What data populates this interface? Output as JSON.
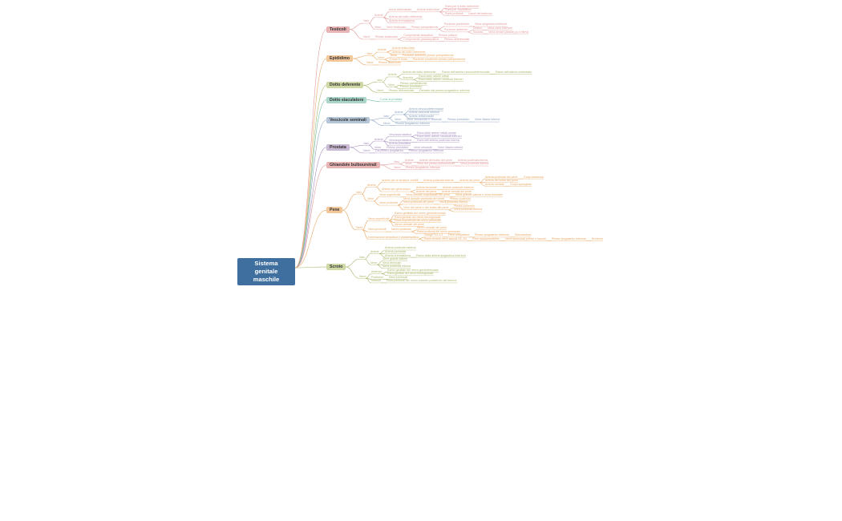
{
  "root": {
    "label": "Sistema genitale maschile"
  },
  "colors": {
    "root_bg": "#3f6f9f",
    "sections": [
      "#e8b4b4",
      "#f2c79a",
      "#cfd9a6",
      "#a9d6c9",
      "#b6c6d9",
      "#c9b9d3",
      "#e8b4b4",
      "#f2c79a",
      "#cfd9a6"
    ],
    "lines": [
      "#e39a9a",
      "#e9a864",
      "#a8b86b",
      "#6fbfa8",
      "#8aa0c0",
      "#a88fbf",
      "#e39a9a",
      "#e9a864",
      "#a8b86b"
    ]
  },
  "sections": [
    {
      "label": "Testicoli",
      "children": [
        {
          "label": "Vasi",
          "children": [
            {
              "label": "Arterie",
              "children": [
                {
                  "label": "Aorta addominale",
                  "children": [
                    {
                      "label": "Arteria testicolare",
                      "children": [
                        {
                          "label": "Rami per il dotto deferente"
                        },
                        {
                          "label": "Rami per l'epididimo"
                        },
                        {
                          "label": "Rami profondi",
                          "children": [
                            {
                              "label": "Lobuli del testicolo"
                            }
                          ]
                        }
                      ]
                    }
                  ]
                },
                {
                  "label": "Arteria del dotto deferente"
                },
                {
                  "label": "Arteria cremasterica"
                }
              ]
            },
            {
              "label": "Vene",
              "children": [
                {
                  "label": "Vene testicolari",
                  "children": [
                    {
                      "label": "Plesso pampiniforme",
                      "children": [
                        {
                          "label": "Porzione posteriore",
                          "children": [
                            {
                              "label": "Vena epigastrica inferiore"
                            }
                          ]
                        },
                        {
                          "label": "Porzione anteriore",
                          "children": [
                            {
                              "label": "Destra",
                              "children": [
                                {
                                  "label": "Vena cava inferiore"
                                }
                              ]
                            },
                            {
                              "label": "Sinistra",
                              "children": [
                                {
                                  "label": "Vena renale (destra) (a 4 rilievi)"
                                }
                              ]
                            }
                          ]
                        }
                      ]
                    }
                  ]
                }
              ]
            }
          ]
        },
        {
          "label": "Nervi",
          "children": [
            {
              "label": "Plesso testicolare",
              "children": [
                {
                  "label": "Componente simpatica",
                  "children": [
                    {
                      "label": "Plesso celiaco"
                    }
                  ]
                },
                {
                  "label": "Componente parasimpatica",
                  "children": [
                    {
                      "label": "Plesso deferenziale"
                    }
                  ]
                }
              ]
            }
          ]
        }
      ]
    },
    {
      "label": "Epididimo",
      "children": [
        {
          "label": "Vasi",
          "children": [
            {
              "label": "Arterie",
              "children": [
                {
                  "label": "Arteria testicolare"
                },
                {
                  "label": "Arteria del dotto deferente"
                }
              ]
            },
            {
              "label": "Vene",
              "children": [
                {
                  "label": "Testa",
                  "children": [
                    {
                      "label": "Porzione anteriore plesso pampiniforme"
                    }
                  ]
                },
                {
                  "label": "Corpo e coda",
                  "children": [
                    {
                      "label": "Porzione posteriore plesso pampiniforme"
                    }
                  ]
                }
              ]
            }
          ]
        },
        {
          "label": "Nervi",
          "children": [
            {
              "label": "Plesso testicolare"
            }
          ]
        }
      ]
    },
    {
      "label": "Dotto deferente",
      "children": [
        {
          "label": "Vasi",
          "children": [
            {
              "label": "Arterie",
              "children": [
                {
                  "label": "Arteria del dotto deferente",
                  "children": [
                    {
                      "label": "Ramo dell'arteria vescicodeferenziale",
                      "children": [
                        {
                          "label": "Ramo dell'arteria ombelicale"
                        }
                      ]
                    }
                  ]
                },
                {
                  "label": "Ampolla",
                  "children": [
                    {
                      "label": "Rami delle arterie rettali"
                    },
                    {
                      "label": "Rami delle arterie vescicali inferiori"
                    }
                  ]
                }
              ]
            },
            {
              "label": "Vene",
              "children": [
                {
                  "label": "Plesso pampiniforme"
                },
                {
                  "label": "Plesso prostatico"
                }
              ]
            }
          ]
        },
        {
          "label": "Nervi",
          "children": [
            {
              "label": "Plesso deferenziale",
              "children": [
                {
                  "label": "Derivato dal plesso ipogastrico inferiore"
                }
              ]
            }
          ]
        }
      ]
    },
    {
      "label": "Dotto eiaculatore",
      "children": [
        {
          "label": "Come la prostata"
        }
      ]
    },
    {
      "label": "Vescicole seminali",
      "children": [
        {
          "label": "Vasi",
          "children": [
            {
              "label": "Arterie",
              "children": [
                {
                  "label": "Arteria vescicodeferenziale"
                },
                {
                  "label": "Arterie vescicali inferiori"
                },
                {
                  "label": "Arterie rettali medie"
                }
              ]
            },
            {
              "label": "Vene",
              "children": [
                {
                  "label": "Vene vescicolari e vescicali",
                  "children": [
                    {
                      "label": "Plesso prostatico",
                      "children": [
                        {
                          "label": "Vene iliache interne"
                        }
                      ]
                    }
                  ]
                }
              ]
            }
          ]
        },
        {
          "label": "Nervi",
          "children": [
            {
              "label": "Plesso ipogastrico inferiore"
            }
          ]
        }
      ]
    },
    {
      "label": "Prostata",
      "children": [
        {
          "label": "Vasi",
          "children": [
            {
              "label": "Arterie",
              "children": [
                {
                  "label": "Vescicoprostatica",
                  "children": [
                    {
                      "label": "Rami delle arterie rettali medie"
                    },
                    {
                      "label": "Rami delle arterie vescicali inferiori"
                    }
                  ]
                },
                {
                  "label": "Vescicoprostatica",
                  "children": [
                    {
                      "label": "Rami dell'arteria pudenda interna"
                    }
                  ]
                },
                {
                  "label": "Arteria prostatica"
                }
              ]
            },
            {
              "label": "Vene",
              "children": [
                {
                  "label": "Plesso prostatico",
                  "children": [
                    {
                      "label": "Vene vescicali",
                      "children": [
                        {
                          "label": "Vene iliache interne"
                        }
                      ]
                    }
                  ]
                }
              ]
            }
          ]
        },
        {
          "label": "Nervi",
          "children": [
            {
              "label": "Dal plesso ipogastrico",
              "children": [
                {
                  "label": "Plesso ipogastrico inferiore"
                }
              ]
            }
          ]
        }
      ]
    },
    {
      "label": "Ghiandole bulbouretrali",
      "children": [
        {
          "label": "Vasi",
          "children": [
            {
              "label": "Arterie",
              "children": [
                {
                  "label": "Arterie del bulbo del pene",
                  "children": [
                    {
                      "label": "Arteria pudenda interna"
                    }
                  ]
                }
              ]
            },
            {
              "label": "Vene",
              "children": [
                {
                  "label": "Vene del plesso bulbouretrale",
                  "children": [
                    {
                      "label": "Vena pudenda interna"
                    }
                  ]
                }
              ]
            }
          ]
        },
        {
          "label": "Nervi",
          "children": [
            {
              "label": "Plesso ipogastrico inferiore"
            }
          ]
        }
      ]
    },
    {
      "label": "Pene",
      "children": [
        {
          "label": "Vasi",
          "children": [
            {
              "label": "Arterie",
              "children": [
                {
                  "label": "Arterie per le strutture erettili",
                  "children": [
                    {
                      "label": "Arteria pudenda interna",
                      "children": [
                        {
                          "label": "Arteria del pene",
                          "children": [
                            {
                              "label": "Arteria profonda del pene",
                              "children": [
                                {
                                  "label": "Corpi cavernosi"
                                }
                              ]
                            },
                            {
                              "label": "Arteria del bulbo del pene"
                            },
                            {
                              "label": "Arteria uretrale",
                              "children": [
                                {
                                  "label": "Corpo spongioso"
                                }
                              ]
                            }
                          ]
                        }
                      ]
                    }
                  ]
                },
                {
                  "label": "Arterie per gli involucri",
                  "children": [
                    {
                      "label": "Arteria femorale",
                      "children": [
                        {
                          "label": "Arterie pudende esterne"
                        }
                      ]
                    },
                    {
                      "label": "Arterie del pene",
                      "children": [
                        {
                          "label": "Arterie dorsali del pene"
                        }
                      ]
                    }
                  ]
                }
              ]
            },
            {
              "label": "Vene",
              "children": [
                {
                  "label": "Vene superficiali",
                  "children": [
                    {
                      "label": "Vena dorsale superficiale del pene",
                      "children": [
                        {
                          "label": "Vena grande safena e vena femorale"
                        }
                      ]
                    }
                  ]
                },
                {
                  "label": "Vene profonde",
                  "children": [
                    {
                      "label": "Vena dorsale profonda del pene",
                      "children": [
                        {
                          "label": "Plesso pudendo"
                        }
                      ]
                    },
                    {
                      "label": "Vena profonda del pene",
                      "children": [
                        {
                          "label": "Vena pudenda interna"
                        }
                      ]
                    },
                    {
                      "label": "Vene del pene e del bulbo del pene",
                      "children": [
                        {
                          "label": "Plesso pudendo"
                        },
                        {
                          "label": "Vena pudenda interna"
                        }
                      ]
                    }
                  ]
                }
              ]
            }
          ]
        },
        {
          "label": "Nervi",
          "children": [
            {
              "label": "Nervi superficiali",
              "children": [
                {
                  "label": "Ramo genitale del nervo genitofemorale"
                },
                {
                  "label": "Rami genitali del nervo ileoinguinale"
                },
                {
                  "label": "Rami superficiali del nervo perineale"
                },
                {
                  "label": "Nervo dorsale del pene"
                }
              ]
            },
            {
              "label": "Nervi profondi",
              "children": [
                {
                  "label": "Nervo pudendo",
                  "children": [
                    {
                      "label": "Nervo dorsale del pene"
                    },
                    {
                      "label": "Rami profondi del nervo perineale"
                    }
                  ]
                }
              ]
            },
            {
              "label": "Innervazione simpatica e parasimpatica",
              "children": [
                {
                  "label": "Gangli T11–L2",
                  "children": [
                    {
                      "label": "Fibre simpatiche",
                      "children": [
                        {
                          "label": "Plesso ipogastrico inferiore",
                          "children": [
                            {
                              "label": "Eiaculazione"
                            }
                          ]
                        }
                      ]
                    }
                  ]
                },
                {
                  "label": "Rami ventrali nervi sacrali S2–S4",
                  "children": [
                    {
                      "label": "Fibre parasimpatiche",
                      "children": [
                        {
                          "label": "Nervi splancnici pelvici e sacrali",
                          "children": [
                            {
                              "label": "Plesso ipogastrico inferiore",
                              "children": [
                                {
                                  "label": "Erezione"
                                }
                              ]
                            }
                          ]
                        }
                      ]
                    }
                  ]
                }
              ]
            }
          ]
        }
      ]
    },
    {
      "label": "Scroto",
      "children": [
        {
          "label": "Vasi",
          "children": [
            {
              "label": "Arterie",
              "children": [
                {
                  "label": "Arteria pudenda esterna"
                },
                {
                  "label": "Arteria perineale"
                },
                {
                  "label": "Arteria cremasterica",
                  "children": [
                    {
                      "label": "Ramo della arteria epigastrica inferiore"
                    }
                  ]
                }
              ]
            },
            {
              "label": "Vene",
              "children": [
                {
                  "label": "Vene grandi safene"
                },
                {
                  "label": "Vena femorale"
                },
                {
                  "label": "Vena pudenda interna"
                }
              ]
            }
          ]
        },
        {
          "label": "Nervi",
          "children": [
            {
              "label": "Anteriori",
              "children": [
                {
                  "label": "Ramo genitale del nervo genitofemorale"
                },
                {
                  "label": "Rami genitali del nervo ileoinguinale"
                }
              ]
            },
            {
              "label": "Posteriori",
              "children": [
                {
                  "label": "Nervi perineali"
                }
              ]
            },
            {
              "label": "Inferiori",
              "children": [
                {
                  "label": "Rami perineali del nervo cutaneo posteriore del femore"
                }
              ]
            }
          ]
        }
      ]
    }
  ]
}
